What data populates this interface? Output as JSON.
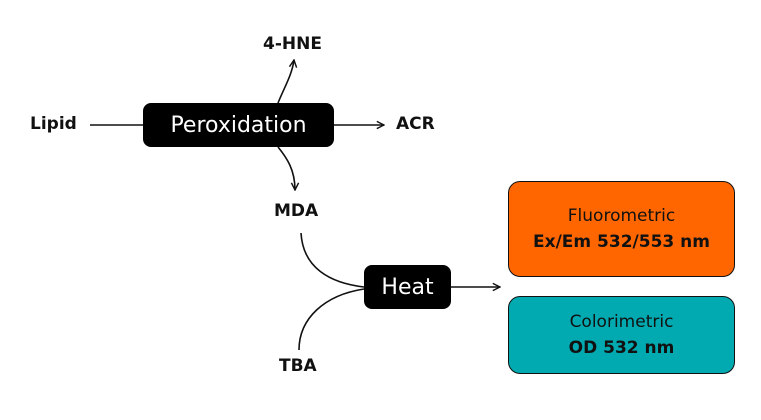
{
  "nodes": {
    "lipid": "Lipid",
    "peroxidation": "Peroxidation",
    "hne": "4-HNE",
    "acr": "ACR",
    "mda": "MDA",
    "tba": "TBA",
    "heat": "Heat"
  },
  "outputs": {
    "fluorometric": {
      "title": "Fluorometric",
      "detail": "Ex/Em 532/553 nm",
      "color": "#ff6600"
    },
    "colorimetric": {
      "title": "Colorimetric",
      "detail": "OD 532 nm",
      "color": "#00aab0"
    }
  }
}
